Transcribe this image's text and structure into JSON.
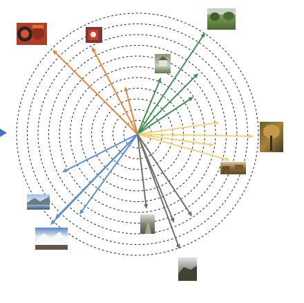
{
  "diagram": {
    "ring_count": 11,
    "colors": {
      "ring": "#222222",
      "orange": "#e8843a",
      "green": "#3f8f56",
      "yellow": "#f4d27a",
      "blue": "#5b8fd6",
      "gray": "#6f6f6f",
      "pointer": "#3a78c2"
    },
    "groups": [
      {
        "color_key": "orange",
        "ray_count": 3,
        "thumbnail_icons": [
          "red-machine-photo-icon",
          "red-sign-photo-icon"
        ]
      },
      {
        "color_key": "green",
        "ray_count": 4,
        "thumbnail_icons": [
          "park-photo-icon",
          "cottage-photo-icon"
        ]
      },
      {
        "color_key": "yellow",
        "ray_count": 4,
        "thumbnail_icons": [
          "autumn-tree-photo-icon",
          "autumn-field-photo-icon"
        ]
      },
      {
        "color_key": "blue",
        "ray_count": 4,
        "thumbnail_icons": [
          "lake-photo-icon",
          "snowy-mountain-photo-icon"
        ]
      },
      {
        "color_key": "gray",
        "ray_count": 4,
        "thumbnail_icons": [
          "forest-path-photo-icon",
          "rocky-hill-photo-icon"
        ]
      }
    ]
  }
}
